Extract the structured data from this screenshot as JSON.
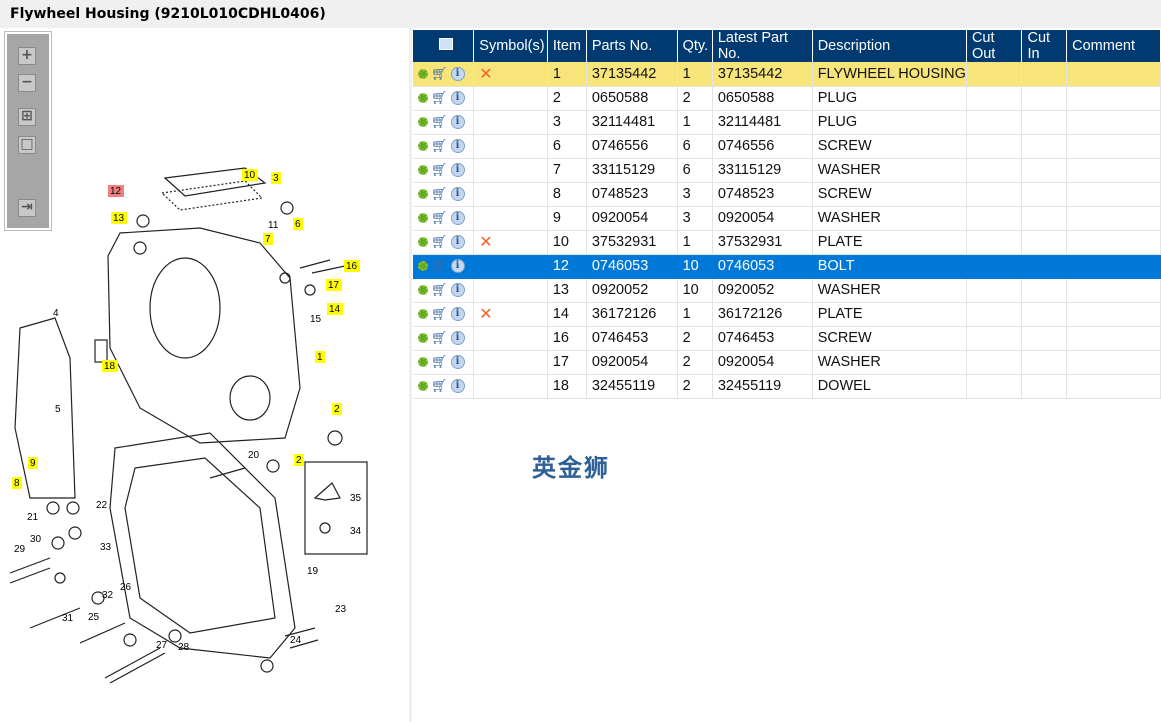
{
  "title": "Flywheel Housing (9210L010CDHL0406)",
  "toolbar": {
    "zoom_in": "+",
    "zoom_out": "−",
    "fit": "⊞",
    "actual": "□",
    "toggle": "⇥"
  },
  "table": {
    "headers": [
      "",
      "Symbol(s)",
      "Item",
      "Parts No.",
      "Qty.",
      "Latest Part No.",
      "Description",
      "Cut Out",
      "Cut In",
      "Comment"
    ],
    "rows": [
      {
        "symbol": "✕",
        "item": "1",
        "part": "37135442",
        "qty": "1",
        "latest": "37135442",
        "desc": "FLYWHEEL HOUSING",
        "state": "hl"
      },
      {
        "symbol": "",
        "item": "2",
        "part": "0650588",
        "qty": "2",
        "latest": "0650588",
        "desc": "PLUG"
      },
      {
        "symbol": "",
        "item": "3",
        "part": "32114481",
        "qty": "1",
        "latest": "32114481",
        "desc": "PLUG"
      },
      {
        "symbol": "",
        "item": "6",
        "part": "0746556",
        "qty": "6",
        "latest": "0746556",
        "desc": "SCREW"
      },
      {
        "symbol": "",
        "item": "7",
        "part": "33115129",
        "qty": "6",
        "latest": "33115129",
        "desc": "WASHER"
      },
      {
        "symbol": "",
        "item": "8",
        "part": "0748523",
        "qty": "3",
        "latest": "0748523",
        "desc": "SCREW"
      },
      {
        "symbol": "",
        "item": "9",
        "part": "0920054",
        "qty": "3",
        "latest": "0920054",
        "desc": "WASHER"
      },
      {
        "symbol": "✕",
        "item": "10",
        "part": "37532931",
        "qty": "1",
        "latest": "37532931",
        "desc": "PLATE"
      },
      {
        "symbol": "",
        "item": "12",
        "part": "0746053",
        "qty": "10",
        "latest": "0746053",
        "desc": "BOLT",
        "state": "sel"
      },
      {
        "symbol": "",
        "item": "13",
        "part": "0920052",
        "qty": "10",
        "latest": "0920052",
        "desc": "WASHER"
      },
      {
        "symbol": "✕",
        "item": "14",
        "part": "36172126",
        "qty": "1",
        "latest": "36172126",
        "desc": "PLATE"
      },
      {
        "symbol": "",
        "item": "16",
        "part": "0746453",
        "qty": "2",
        "latest": "0746453",
        "desc": "SCREW"
      },
      {
        "symbol": "",
        "item": "17",
        "part": "0920054",
        "qty": "2",
        "latest": "0920054",
        "desc": "WASHER"
      },
      {
        "symbol": "",
        "item": "18",
        "part": "32455119",
        "qty": "2",
        "latest": "32455119",
        "desc": "DOWEL"
      }
    ]
  },
  "watermark": "英金狮",
  "callouts": [
    {
      "n": "10",
      "t": "y"
    },
    {
      "n": "3",
      "t": "y"
    },
    {
      "n": "12",
      "t": "r"
    },
    {
      "n": "13",
      "t": "y"
    },
    {
      "n": "11",
      "t": "p"
    },
    {
      "n": "6",
      "t": "y"
    },
    {
      "n": "7",
      "t": "y"
    },
    {
      "n": "16",
      "t": "y"
    },
    {
      "n": "17",
      "t": "y"
    },
    {
      "n": "15",
      "t": "p"
    },
    {
      "n": "14",
      "t": "y"
    },
    {
      "n": "4",
      "t": "p"
    },
    {
      "n": "1",
      "t": "y"
    },
    {
      "n": "18",
      "t": "y"
    },
    {
      "n": "5",
      "t": "p"
    },
    {
      "n": "2",
      "t": "y"
    },
    {
      "n": "2",
      "t": "y"
    },
    {
      "n": "20",
      "t": "p"
    },
    {
      "n": "9",
      "t": "y"
    },
    {
      "n": "8",
      "t": "y"
    },
    {
      "n": "22",
      "t": "p"
    },
    {
      "n": "21",
      "t": "p"
    },
    {
      "n": "35",
      "t": "p"
    },
    {
      "n": "30",
      "t": "p"
    },
    {
      "n": "33",
      "t": "p"
    },
    {
      "n": "34",
      "t": "p"
    },
    {
      "n": "29",
      "t": "p"
    },
    {
      "n": "19",
      "t": "p"
    },
    {
      "n": "32",
      "t": "p"
    },
    {
      "n": "26",
      "t": "p"
    },
    {
      "n": "31",
      "t": "p"
    },
    {
      "n": "23",
      "t": "p"
    },
    {
      "n": "25",
      "t": "p"
    },
    {
      "n": "27",
      "t": "p"
    },
    {
      "n": "28",
      "t": "p"
    },
    {
      "n": "24",
      "t": "p"
    }
  ]
}
